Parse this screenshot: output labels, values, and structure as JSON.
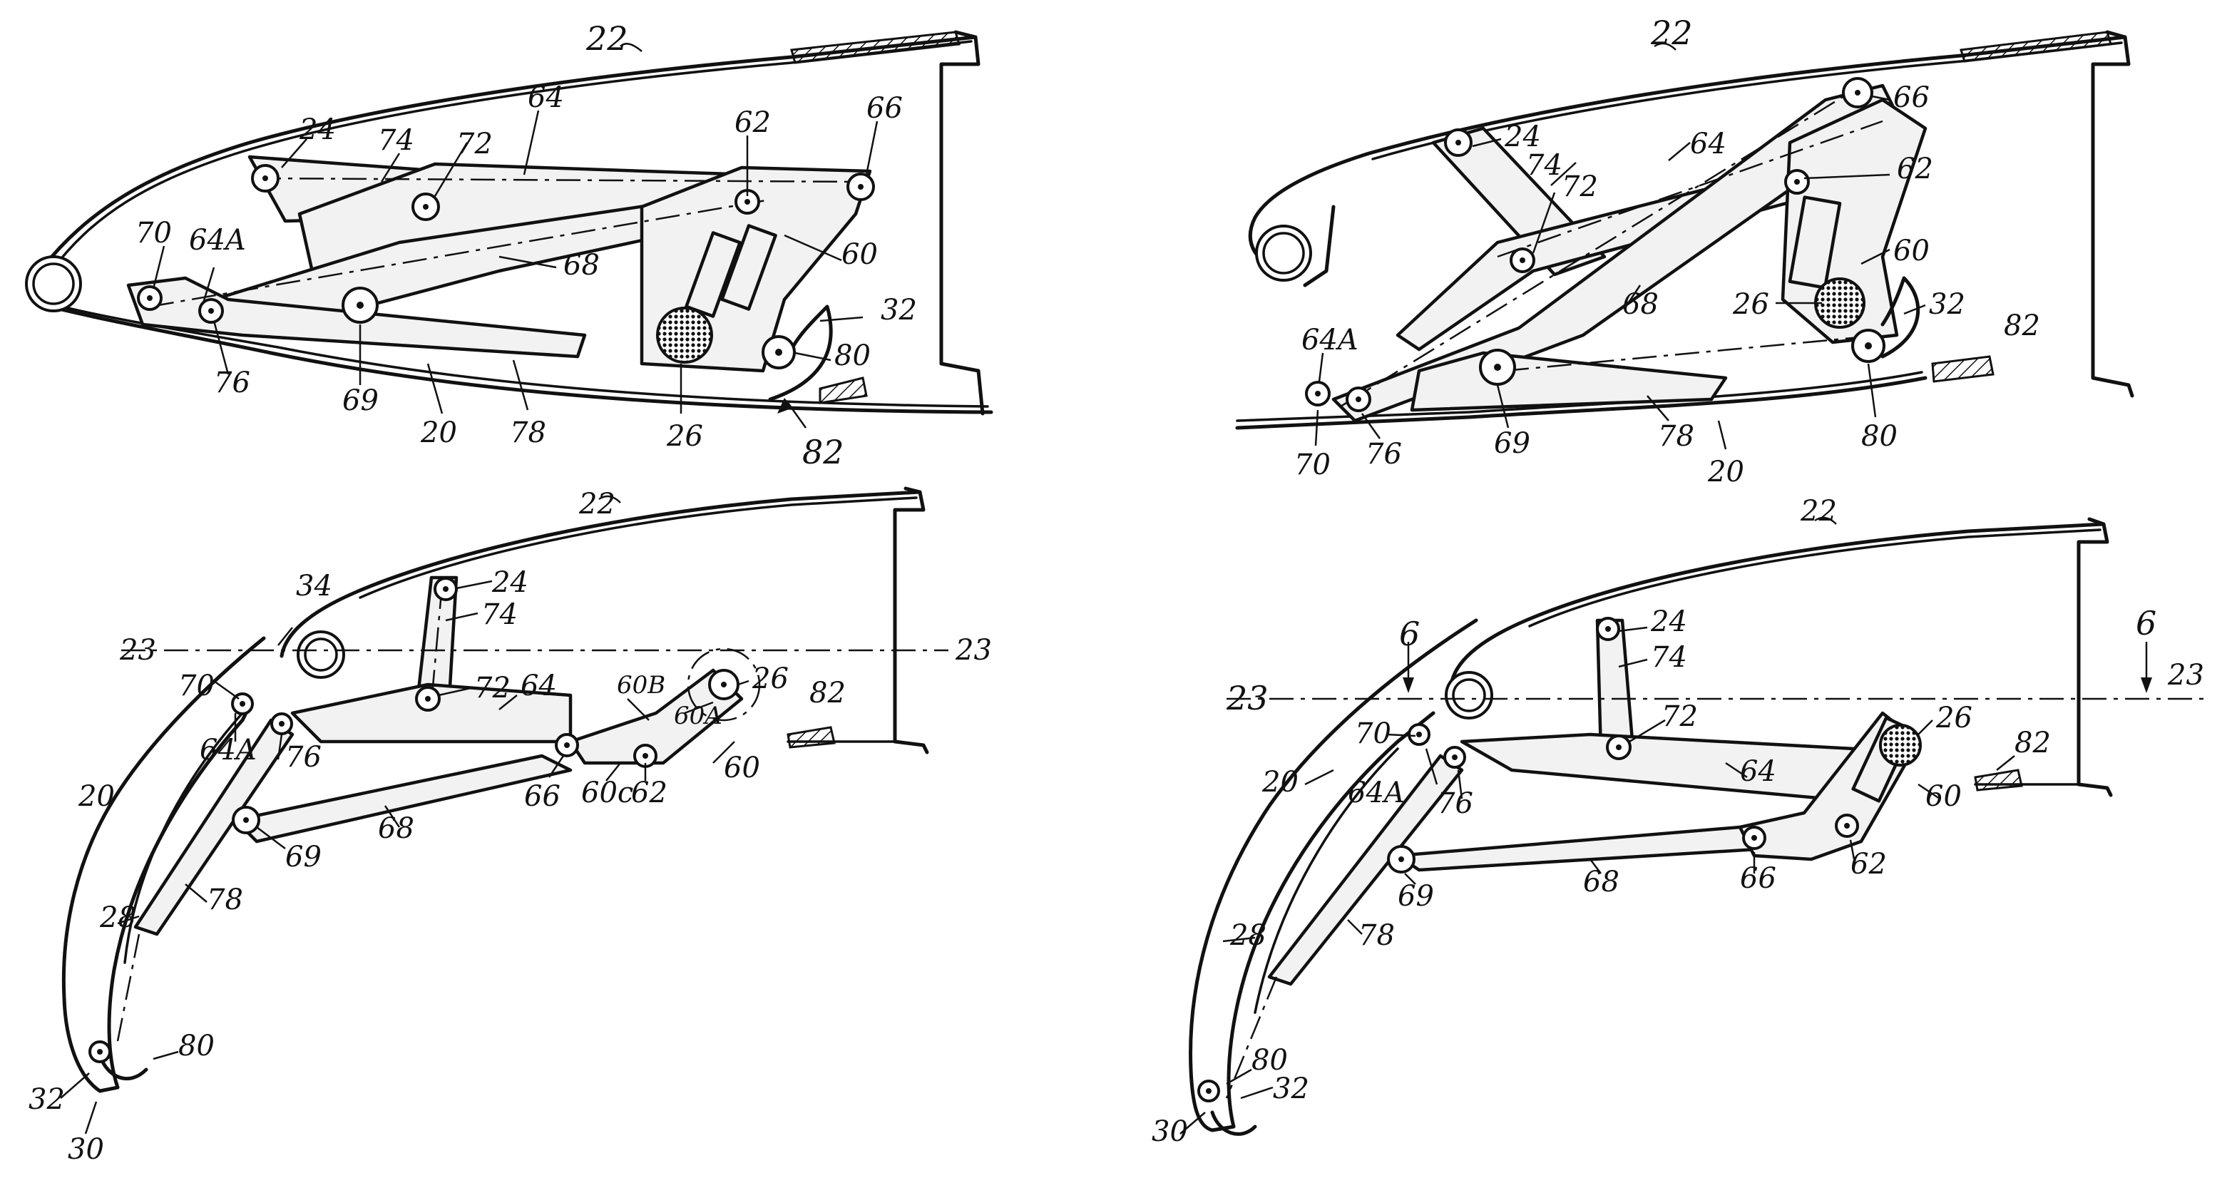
{
  "figures": [
    {
      "id": "fig-top-left",
      "labels": {
        "l22": "22",
        "l24": "24",
        "l74": "74",
        "l72": "72",
        "l64": "64",
        "l62": "62",
        "l66": "66",
        "l70": "70",
        "l64a": "64A",
        "l60": "60",
        "l32": "32",
        "l68": "68",
        "l80": "80",
        "l76": "76",
        "l69": "69",
        "l20": "20",
        "l78": "78",
        "l26": "26",
        "l82": "82"
      }
    },
    {
      "id": "fig-top-right",
      "labels": {
        "l22": "22",
        "l24": "24",
        "l66": "66",
        "l64": "64",
        "l74": "74",
        "l72": "72",
        "l62": "62",
        "l60": "60",
        "l26": "26",
        "l32": "32",
        "l82": "82",
        "l68": "68",
        "l64a": "64A",
        "l70": "70",
        "l76": "76",
        "l69": "69",
        "l78": "78",
        "l20": "20",
        "l80": "80"
      }
    },
    {
      "id": "fig-bottom-left",
      "labels": {
        "l22": "22",
        "l34": "34",
        "l24": "24",
        "l74": "74",
        "l23a": "23",
        "l23b": "23",
        "l72": "72",
        "l64": "64",
        "l60b": "60B",
        "l26": "26",
        "l82": "82",
        "l70": "70",
        "l76": "76",
        "l64a": "64A",
        "l60": "60",
        "l60a": "60A",
        "l66": "66",
        "l60c": "60c",
        "l62": "62",
        "l20": "20",
        "l68": "68",
        "l69": "69",
        "l78": "78",
        "l28": "28",
        "l80": "80",
        "l32": "32",
        "l30": "30"
      }
    },
    {
      "id": "fig-bottom-right",
      "labels": {
        "l22": "22",
        "l6a": "6",
        "l6b": "6",
        "l24": "24",
        "l74": "74",
        "l23a": "23",
        "l23b": "23",
        "l70": "70",
        "l72": "72",
        "l26": "26",
        "l82": "82",
        "l20": "20",
        "l64a": "64A",
        "l76": "76",
        "l64": "64",
        "l60": "60",
        "l69": "69",
        "l68": "68",
        "l66": "66",
        "l62": "62",
        "l28": "28",
        "l78": "78",
        "l80": "80",
        "l32": "32",
        "l30": "30"
      }
    }
  ]
}
